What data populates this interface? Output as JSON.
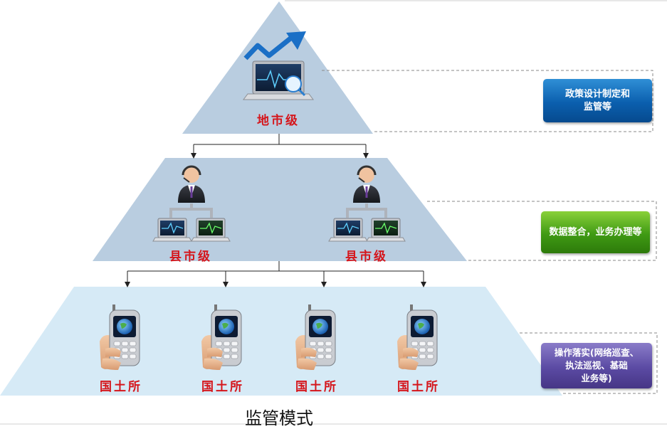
{
  "tiers": {
    "city": {
      "label": "地市级"
    },
    "county": {
      "labels": [
        "县市级",
        "县市级"
      ]
    },
    "station": {
      "labels": [
        "国土所",
        "国土所",
        "国土所",
        "国土所"
      ]
    }
  },
  "descriptions": {
    "policy": "政策设计制定和\n监管等",
    "data": "数据整合，业务办理等",
    "ops": "操作落实(网络巡查、\n执法巡视、基础\n业务等)"
  },
  "caption": "监管模式",
  "colors": {
    "label_red": "#d5161c",
    "tier_fill": "#b9cde0",
    "bottom_fill": "#d6eaf6"
  }
}
